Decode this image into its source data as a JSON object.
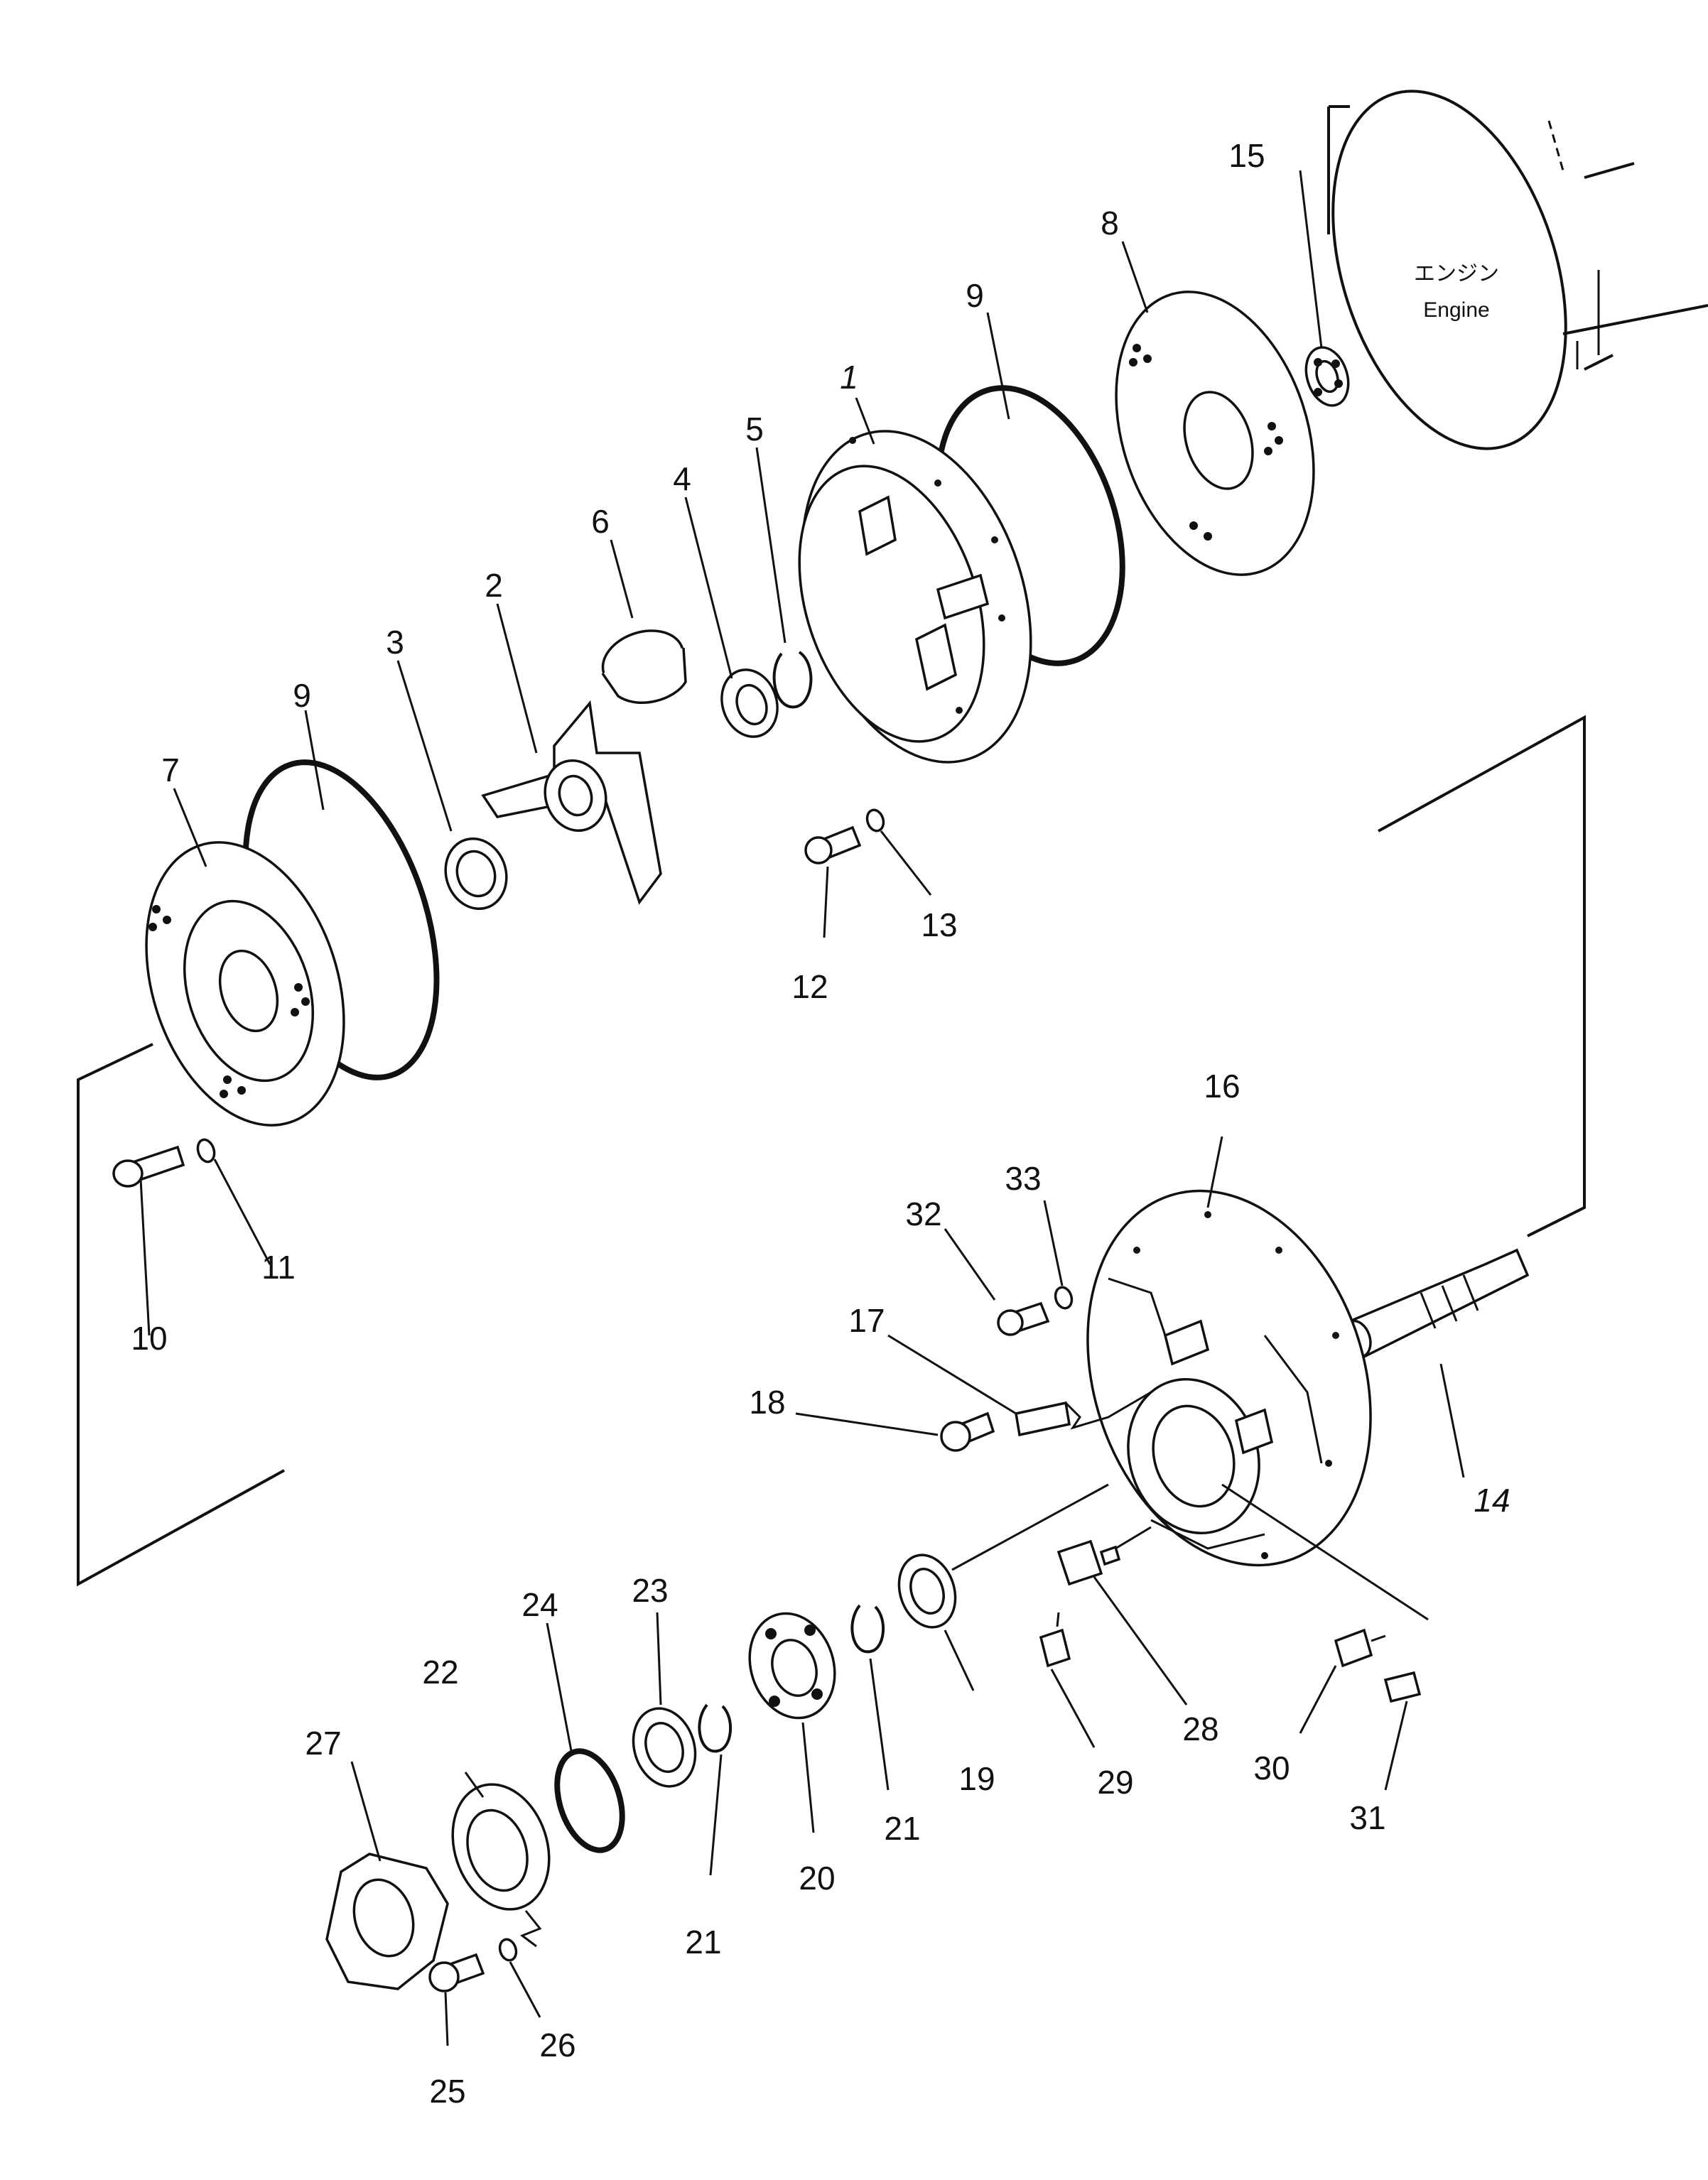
{
  "engine": {
    "label_jp": "エンジン",
    "label_en": "Engine"
  },
  "callouts": [
    "1",
    "2",
    "3",
    "4",
    "5",
    "6",
    "7",
    "8",
    "9",
    "9",
    "10",
    "11",
    "12",
    "13",
    "14",
    "15",
    "16",
    "17",
    "18",
    "19",
    "20",
    "21",
    "21",
    "22",
    "23",
    "24",
    "25",
    "26",
    "27",
    "28",
    "29",
    "30",
    "31",
    "32",
    "33"
  ]
}
